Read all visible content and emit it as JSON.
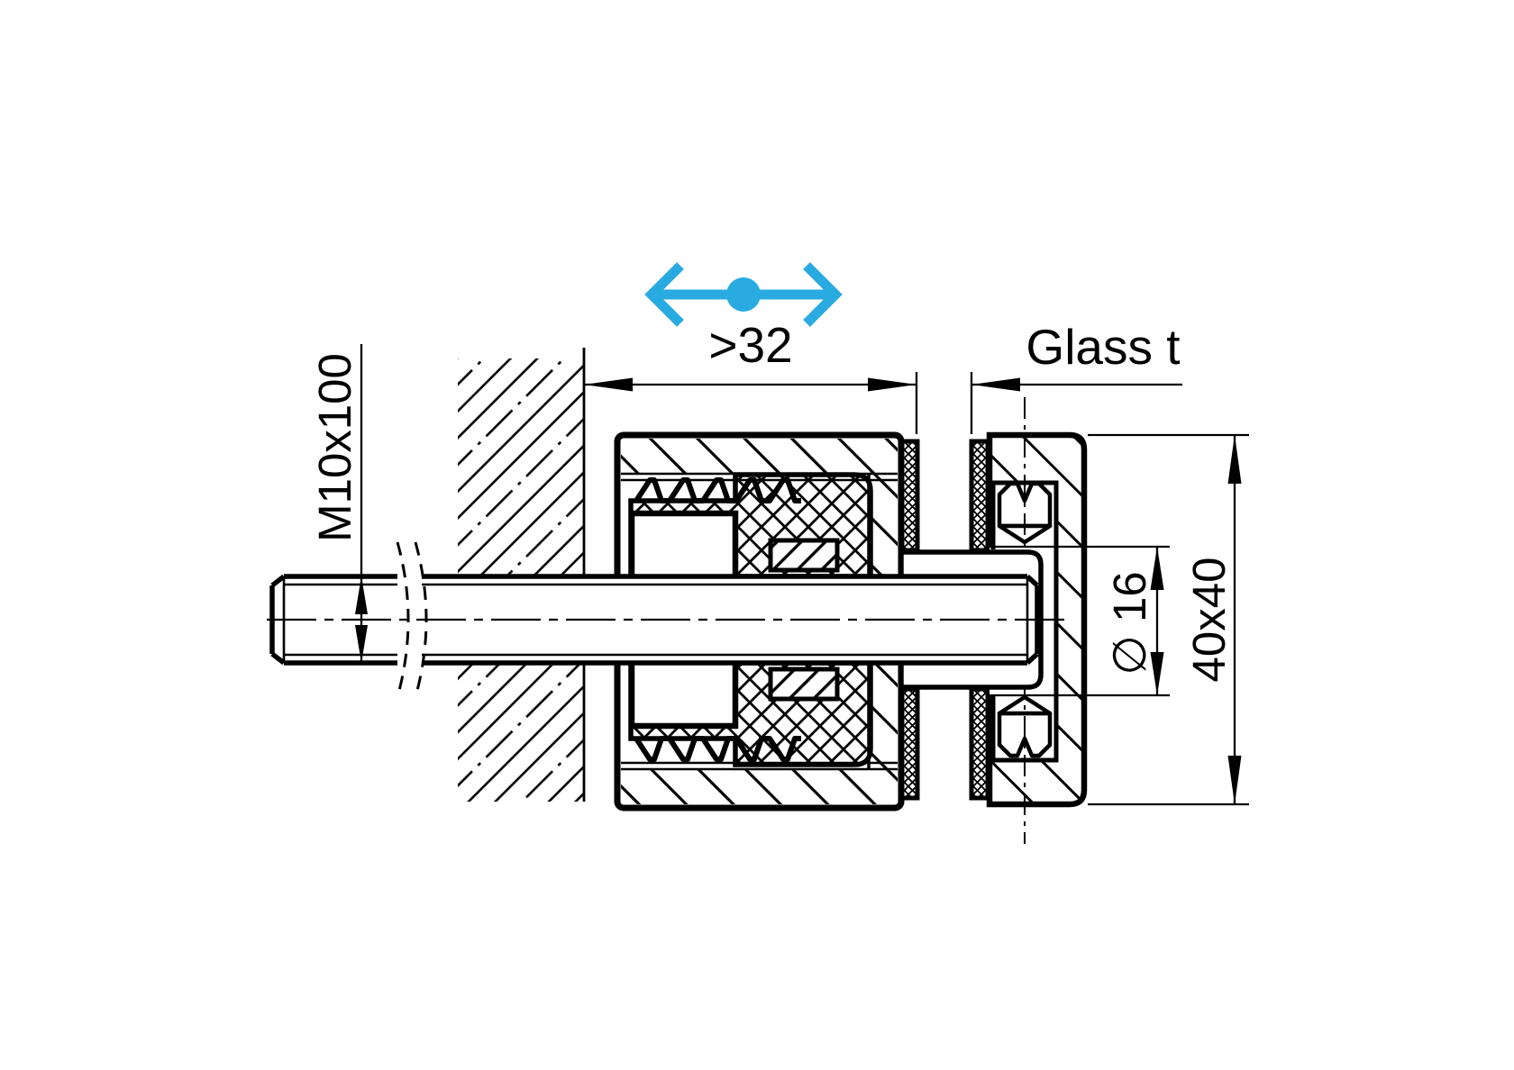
{
  "drawing": {
    "title": "Glass adapter wall-mount cross-section",
    "dimensions": {
      "wall_offset": ">32",
      "glass_thickness": "Glass t",
      "anchor_thread": "M10x100",
      "bore_diameter": "∅ 16",
      "body_size": "40x40"
    },
    "icons": {
      "adjustability": "horizontal-double-arrow-with-dot"
    },
    "colors": {
      "line": "#000000",
      "accent": "#29abe2",
      "background": "#ffffff"
    }
  }
}
